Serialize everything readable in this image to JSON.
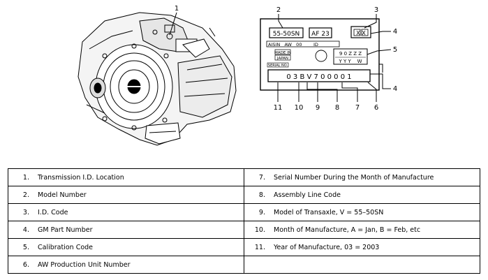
{
  "label_box": {
    "model_number": "55-50SN",
    "model_code": "AF 23",
    "id_code": "X X",
    "aisin_row": "AISIN   AW   00        ID",
    "made_in": "MADE IN",
    "japan": "JAPAN",
    "serial_no": "SERIAL NO.",
    "gm_part_row": "9 0 Z Z Z",
    "calibration_row": "Y Y Y    W",
    "serial_digits": "0 3 B V 7 0 0 0 0 1"
  },
  "callouts": [
    "1",
    "2",
    "3",
    "4",
    "5",
    "4",
    "11",
    "10",
    "9",
    "8",
    "7",
    "6"
  ],
  "legend": [
    [
      {
        "num": "1.",
        "text": "Transmission I.D. Location"
      },
      {
        "num": "7.",
        "text": "Serial Number During the Month of Manufacture"
      }
    ],
    [
      {
        "num": "2.",
        "text": "Model Number"
      },
      {
        "num": "8.",
        "text": "Assembly Line Code"
      }
    ],
    [
      {
        "num": "3.",
        "text": "I.D. Code"
      },
      {
        "num": "9.",
        "text": "Model of Transaxle, V = 55–50SN"
      }
    ],
    [
      {
        "num": "4.",
        "text": "GM Part Number"
      },
      {
        "num": "10.",
        "text": "Month of Manufacture, A = Jan, B = Feb, etc"
      }
    ],
    [
      {
        "num": "5.",
        "text": "Calibration Code"
      },
      {
        "num": "11.",
        "text": "Year of Manufacture, 03 = 2003"
      }
    ],
    [
      {
        "num": "6.",
        "text": "AW Production Unit Number"
      },
      {
        "num": "",
        "text": ""
      }
    ]
  ]
}
